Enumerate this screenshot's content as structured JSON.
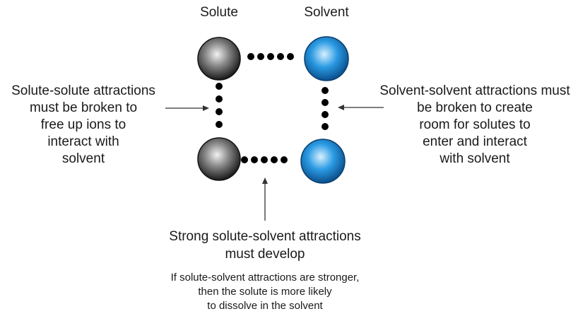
{
  "labels": {
    "solute": "Solute",
    "solvent": "Solvent",
    "left_note": "Solute-solute attractions\nmust be broken to\nfree up ions to\ninteract with\nsolvent",
    "right_note": "Solvent-solvent attractions must\nbe broken to create\nroom for solutes to\nenter and interact\nwith solvent",
    "bottom_main": "Strong solute-solvent attractions\nmust develop",
    "bottom_note": "If solute-solvent attractions are stronger,\nthen the solute is more likely\nto dissolve in the solvent"
  },
  "colors": {
    "solute": "#7a7a7a",
    "solvent": "#1e8fd8",
    "dots": "#000000",
    "arrows": "#333333"
  }
}
